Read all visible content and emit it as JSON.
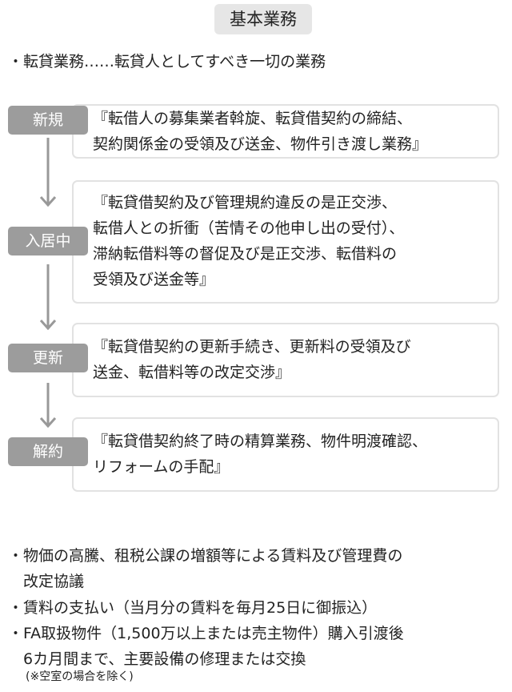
{
  "title": "基本業務",
  "intro": "・転貸業務……転貸人としてすべき一切の業務",
  "stages": [
    {
      "label": "新規",
      "lines": [
        "『転借人の募集業者斡旋、転貸借契約の締結、",
        "契約関係金の受領及び送金、物件引き渡し業務』"
      ]
    },
    {
      "label": "入居中",
      "lines": [
        "『転貸借契約及び管理規約違反の是正交渉、",
        "転借人との折衝（苦情その他申し出の受付）、",
        "滞納転借料等の督促及び是正交渉、転借料の",
        "受領及び送金等』"
      ]
    },
    {
      "label": "更新",
      "lines": [
        "『転貸借契約の更新手続き、更新料の受領及び",
        "送金、転借料等の改定交渉』"
      ]
    },
    {
      "label": "解約",
      "lines": [
        "『転貸借契約終了時の精算業務、物件明渡確認、",
        "リフォームの手配』"
      ]
    }
  ],
  "bullets": [
    "・物価の高騰、租税公課の増額等による賃料及び管理費の",
    "　改定協議",
    "・賃料の支払い（当月分の賃料を毎月25日に御振込）",
    "・FA取扱物件（1,500万以上または売主物件）購入引渡後",
    "　6カ月間まで、主要設備の修理または交換"
  ],
  "note": "(※空室の場合を除く)"
}
